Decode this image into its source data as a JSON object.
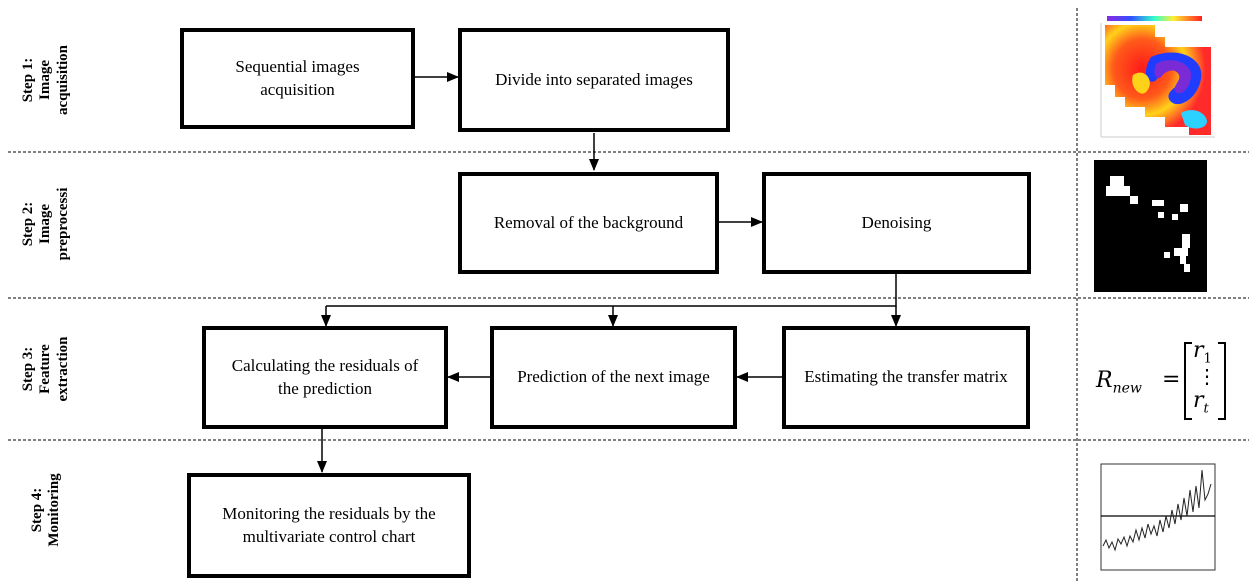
{
  "steps": [
    {
      "label_line1": "Step 1:",
      "label_line2": "Image",
      "label_line3": "acquisition"
    },
    {
      "label_line1": "Step 2:",
      "label_line2": "Image",
      "label_line3": "preprocessi"
    },
    {
      "label_line1": "Step 3:",
      "label_line2": "Feature",
      "label_line3": "extraction"
    },
    {
      "label_line1": "Step 4:",
      "label_line2": "Monitoring",
      "label_line3": ""
    }
  ],
  "boxes": {
    "sequential": "Sequential images acquisition",
    "divide": "Divide into separated images",
    "removal": "Removal of the background",
    "denoising": "Denoising",
    "residuals": "Calculating the residuals of the prediction",
    "prediction": "Prediction of the next image",
    "transfer": "Estimating the transfer matrix",
    "monitoring": "Monitoring the residuals by the multivariate control chart"
  },
  "formula": {
    "lhs": "R",
    "lhs_sub": "new",
    "equals": "=",
    "r_first": "r",
    "r_first_sub": "1",
    "dots": "⋮",
    "r_last": "r",
    "r_last_sub": "t"
  }
}
